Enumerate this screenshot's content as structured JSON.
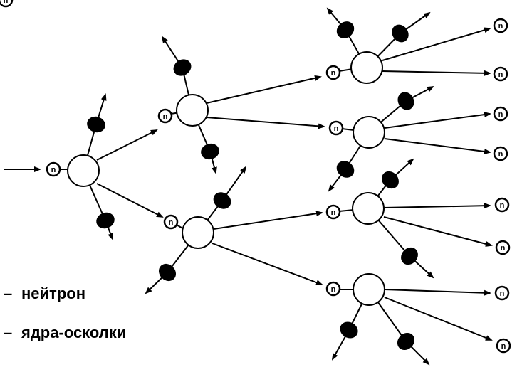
{
  "legend": {
    "neutron": "нейтрон",
    "fragments": "ядра-осколки",
    "dash": "–"
  },
  "neutron_glyph": "n",
  "colors": {
    "ink": "#000000",
    "background": "#ffffff",
    "fragment_fill": "#000000",
    "nucleus_fill": "#ffffff"
  }
}
